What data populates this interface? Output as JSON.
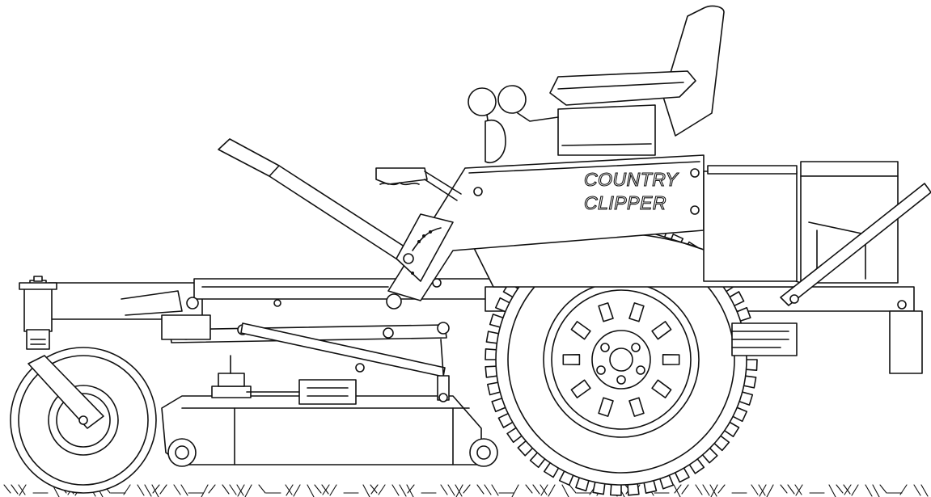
{
  "image": {
    "subject": "mower-side-elevation-line-drawing",
    "stroke_color": "#111111",
    "background_color": "#ffffff"
  },
  "decal": {
    "line1": "COUNTRY",
    "line2": "CLIPPER"
  }
}
